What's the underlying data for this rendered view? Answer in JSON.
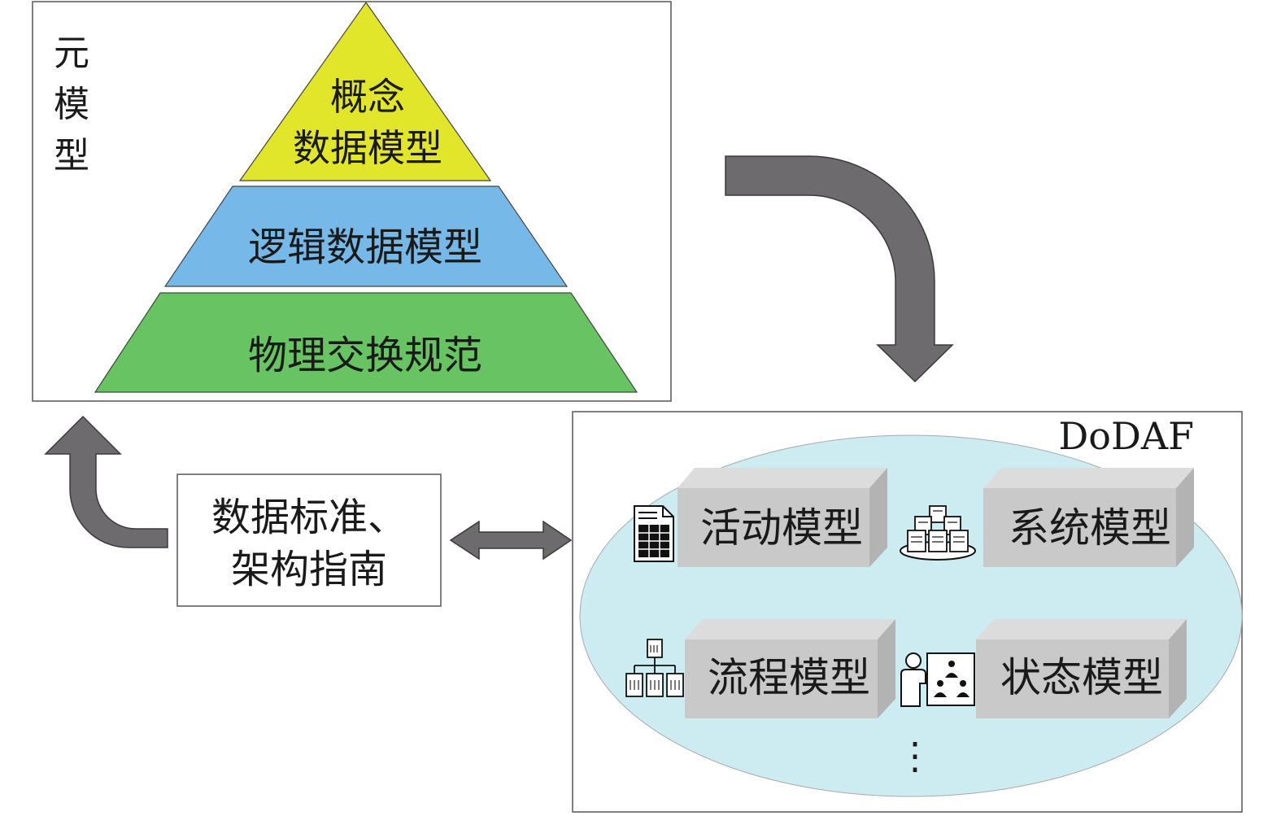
{
  "meta_model": {
    "side_label": [
      "元",
      "模",
      "型"
    ],
    "layers": [
      {
        "lines": [
          "概念",
          "数据模型"
        ],
        "color": "#e1e62b"
      },
      {
        "lines": [
          "逻辑数据模型"
        ],
        "color": "#76b9e8"
      },
      {
        "lines": [
          "物理交换规范"
        ],
        "color": "#68c462"
      }
    ]
  },
  "standards_box": {
    "lines": [
      "数据标准、",
      "架构指南"
    ]
  },
  "dodaf": {
    "title": "DoDAF",
    "ellipse_color": "#cdecf2",
    "models": [
      {
        "label": "活动模型",
        "icon": "spreadsheet-icon"
      },
      {
        "label": "系统模型",
        "icon": "server-cluster-icon"
      },
      {
        "label": "流程模型",
        "icon": "org-chart-icon"
      },
      {
        "label": "状态模型",
        "icon": "presenter-icon"
      }
    ],
    "continuation": "⋮"
  },
  "colors": {
    "arrow": "#6d6b6e",
    "box_face": "#c9c9c9",
    "box_top": "#dcdcdc",
    "box_side": "#b3b3b3"
  }
}
